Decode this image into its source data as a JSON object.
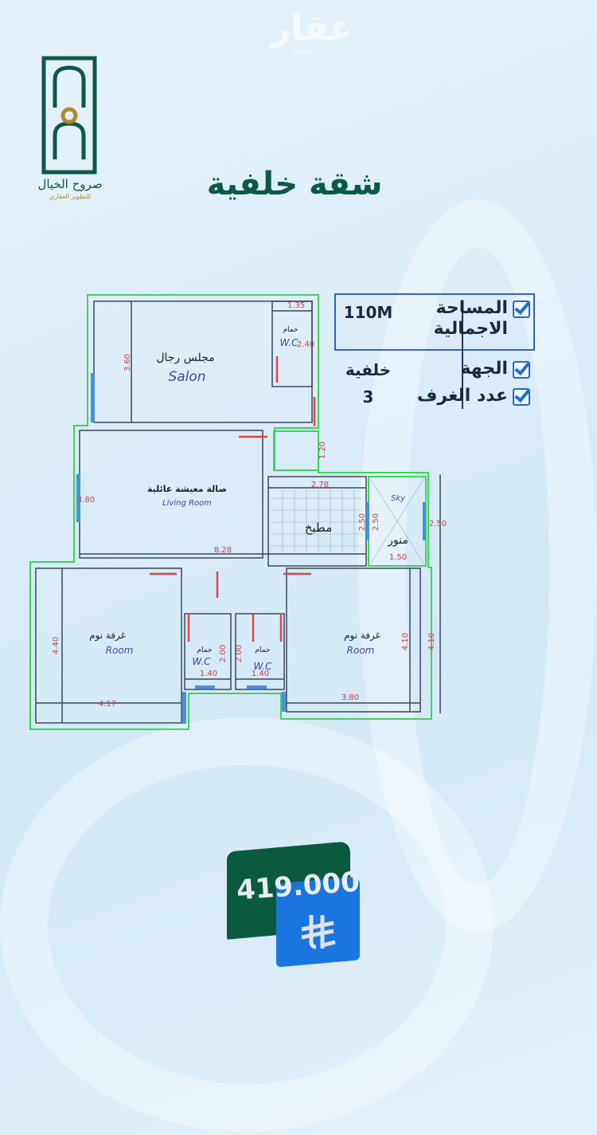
{
  "watermark": {
    "text": "عقار",
    "sub": "aqar.fm"
  },
  "logo": {
    "name": "صروح الخيال",
    "tagline": "للتطوير العقاري"
  },
  "title": "شقة خلفية",
  "specs": [
    {
      "label": "المساحة الاجمالية",
      "value": "110M",
      "checked": true
    },
    {
      "label": "الجهة",
      "value": "خلفية",
      "checked": true
    },
    {
      "label": "عدد الغرف",
      "value": "3",
      "checked": true
    }
  ],
  "floorplan": {
    "salon": {
      "ar": "مجلس رجال",
      "en": "Salon"
    },
    "living": {
      "ar": "صالة معيشة عائلية",
      "en": "Living Room"
    },
    "kitchen": {
      "ar": "مطبخ"
    },
    "sky": {
      "ar": "منور",
      "en": "Sky"
    },
    "bedroom1": {
      "ar": "غرفة نوم",
      "en": "Room"
    },
    "bedroom2": {
      "ar": "غرفة نوم",
      "en": "Room"
    },
    "wc1": {
      "ar": "حمام",
      "en": "W.C"
    },
    "wc2": {
      "ar": "حمام",
      "en": "W.C"
    },
    "wc3": {
      "ar": "حمام",
      "en": "W.C"
    },
    "dims": {
      "d135": "1.35",
      "d240": "2.40",
      "d360": "3.60",
      "d120": "1.20",
      "d380a": "3.80",
      "d278": "2.78",
      "d250a": "2.50",
      "d250b": "2.50",
      "d250c": "2.50",
      "d150": "1.50",
      "d828": "8.28",
      "d440": "4.40",
      "d417": "4.17",
      "d200a": "2.00",
      "d200b": "2.00",
      "d140a": "1.40",
      "d140b": "1.40",
      "d410a": "4.10",
      "d410b": "4.10",
      "d380b": "3.80"
    }
  },
  "price": {
    "amount": "419.000",
    "currency_icon": "saudi-riyal-icon"
  },
  "colors": {
    "brand_green": "#0b5a40",
    "accent_blue": "#1b75e0",
    "gold": "#b08a2e",
    "outline_green": "#3ed35a",
    "dimension_red": "#e0454a"
  }
}
